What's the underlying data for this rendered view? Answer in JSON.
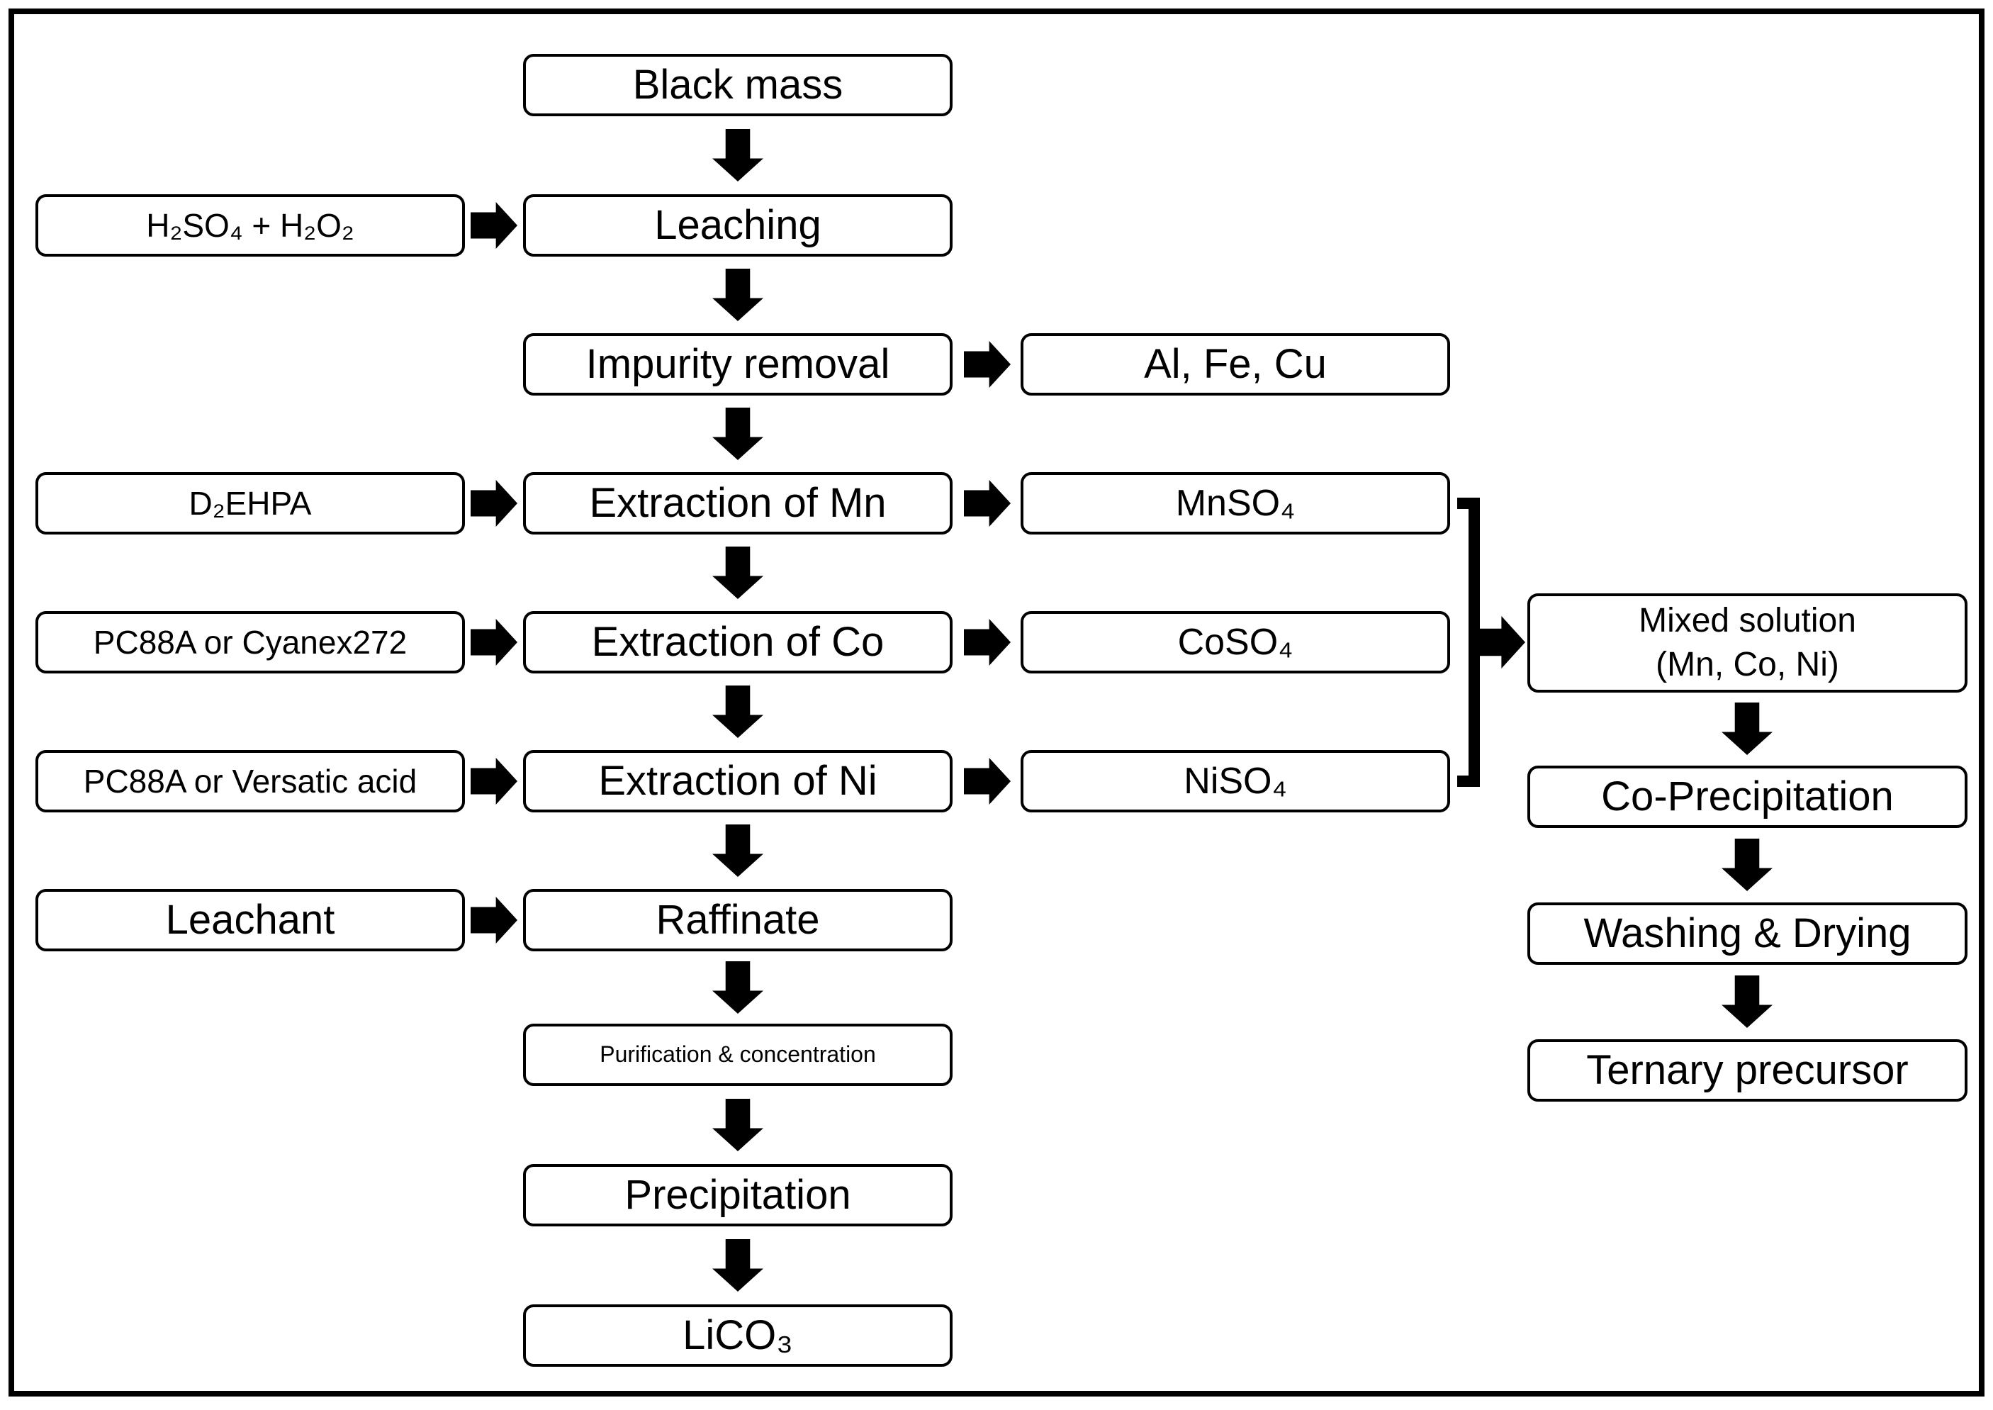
{
  "diagram": {
    "type": "flowchart",
    "colors": {
      "background": "#ffffff",
      "box_fill": "#ffffff",
      "line": "#000000",
      "text": "#000000"
    },
    "main_column": [
      {
        "id": "black-mass",
        "label": "Black mass"
      },
      {
        "id": "leaching",
        "label": "Leaching"
      },
      {
        "id": "impurity-removal",
        "label": "Impurity removal"
      },
      {
        "id": "extraction-of-mn",
        "label": "Extraction of Mn"
      },
      {
        "id": "extraction-of-co",
        "label": "Extraction of Co"
      },
      {
        "id": "extraction-of-ni",
        "label": "Extraction of Ni"
      },
      {
        "id": "raffinate",
        "label": "Raffinate"
      },
      {
        "id": "purification-concentration",
        "label": "Purification & concentration"
      },
      {
        "id": "precipitation",
        "label": "Precipitation"
      },
      {
        "id": "lico3",
        "label": "LiCO₃"
      }
    ],
    "reagent_column": [
      {
        "id": "h2so4-h2o2",
        "label": "H₂SO₄ + H₂O₂",
        "feeds": "Leaching"
      },
      {
        "id": "d2ehpa",
        "label": "D₂EHPA",
        "feeds": "Extraction of Mn"
      },
      {
        "id": "pc88a-cyanex272",
        "label": "PC88A or Cyanex272",
        "feeds": "Extraction of Co"
      },
      {
        "id": "pc88a-versatic-acid",
        "label": "PC88A or Versatic acid",
        "feeds": "Extraction of Ni"
      },
      {
        "id": "leachant",
        "label": "Leachant",
        "feeds": "Raffinate"
      }
    ],
    "output_column": [
      {
        "id": "al-fe-cu",
        "label": "Al, Fe, Cu",
        "from": "Impurity removal"
      },
      {
        "id": "mnso4",
        "label": "MnSO₄",
        "from": "Extraction of Mn"
      },
      {
        "id": "coso4",
        "label": "CoSO₄",
        "from": "Extraction of Co"
      },
      {
        "id": "niso4",
        "label": "NiSO₄",
        "from": "Extraction of Ni"
      }
    ],
    "precursor_column": [
      {
        "id": "mixed-solution",
        "label_line1": "Mixed solution",
        "label_line2": "(Mn, Co, Ni)"
      },
      {
        "id": "co-precipitation",
        "label": "Co-Precipitation"
      },
      {
        "id": "washing-drying",
        "label": "Washing & Drying"
      },
      {
        "id": "ternary-precursor",
        "label": "Ternary precursor"
      }
    ],
    "merge": {
      "inputs": [
        "MnSO₄",
        "CoSO₄",
        "NiSO₄"
      ],
      "target": "Mixed solution (Mn, Co, Ni)"
    },
    "edges": [
      "Black mass → Leaching",
      "H₂SO₄ + H₂O₂ → Leaching",
      "Leaching → Impurity removal",
      "Impurity removal → Al, Fe, Cu",
      "Impurity removal → Extraction of Mn",
      "D₂EHPA → Extraction of Mn",
      "Extraction of Mn → MnSO₄",
      "Extraction of Mn → Extraction of Co",
      "PC88A or Cyanex272 → Extraction of Co",
      "Extraction of Co → CoSO₄",
      "Extraction of Co → Extraction of Ni",
      "PC88A or Versatic acid → Extraction of Ni",
      "Extraction of Ni → NiSO₄",
      "Extraction of Ni → Raffinate",
      "Leachant → Raffinate",
      "Raffinate → Purification & concentration",
      "Purification & concentration → Precipitation",
      "Precipitation → LiCO₃",
      "MnSO₄ + CoSO₄ + NiSO₄ → Mixed solution (Mn, Co, Ni)",
      "Mixed solution (Mn, Co, Ni) → Co-Precipitation",
      "Co-Precipitation → Washing & Drying",
      "Washing & Drying → Ternary precursor"
    ]
  }
}
